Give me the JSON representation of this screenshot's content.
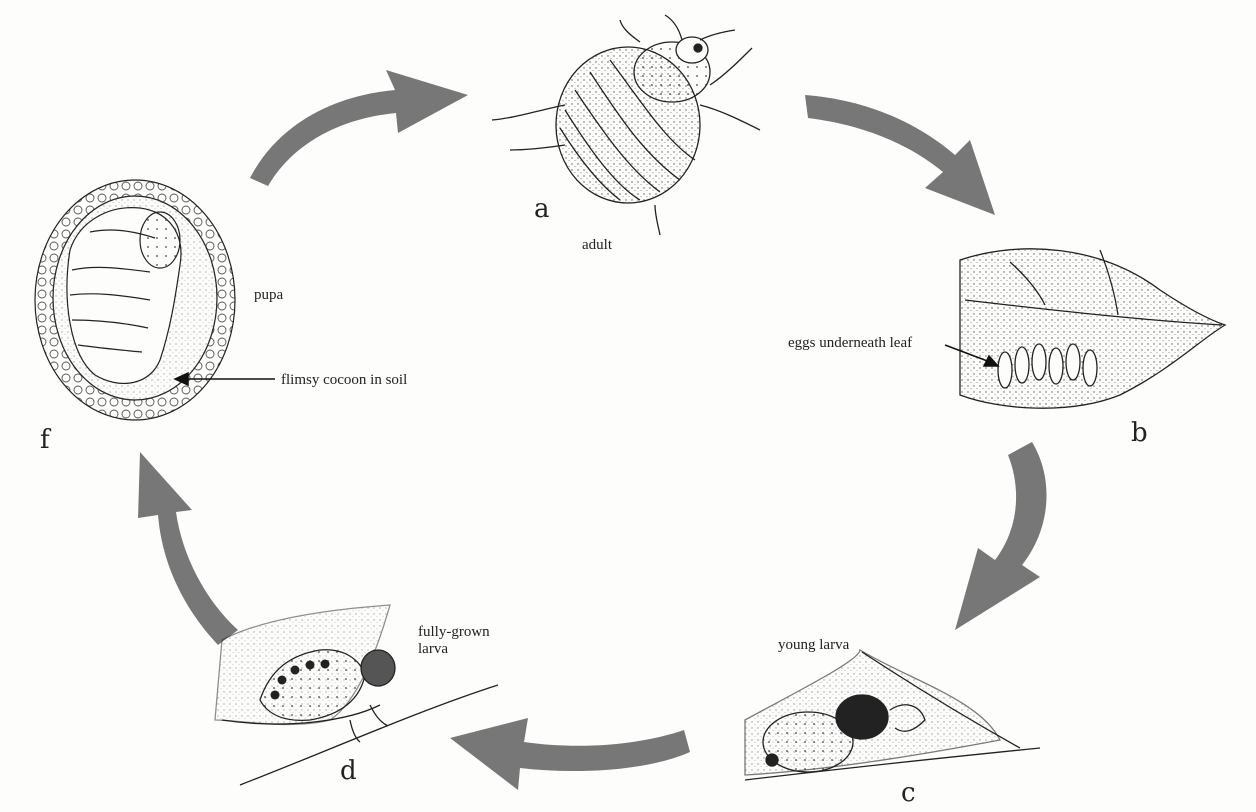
{
  "diagram": {
    "stages": {
      "a": {
        "letter": "a",
        "label": "adult"
      },
      "b": {
        "letter": "b",
        "label": "eggs underneath leaf"
      },
      "c": {
        "letter": "c",
        "label": "young larva"
      },
      "d": {
        "letter": "d",
        "label_line1": "fully-grown",
        "label_line2": "larva"
      },
      "f": {
        "letter": "f",
        "label": "pupa",
        "note": "flimsy cocoon in soil"
      }
    },
    "colors": {
      "arrow": "#777777",
      "ink": "#222222",
      "paper": "#fdfdfb"
    }
  }
}
